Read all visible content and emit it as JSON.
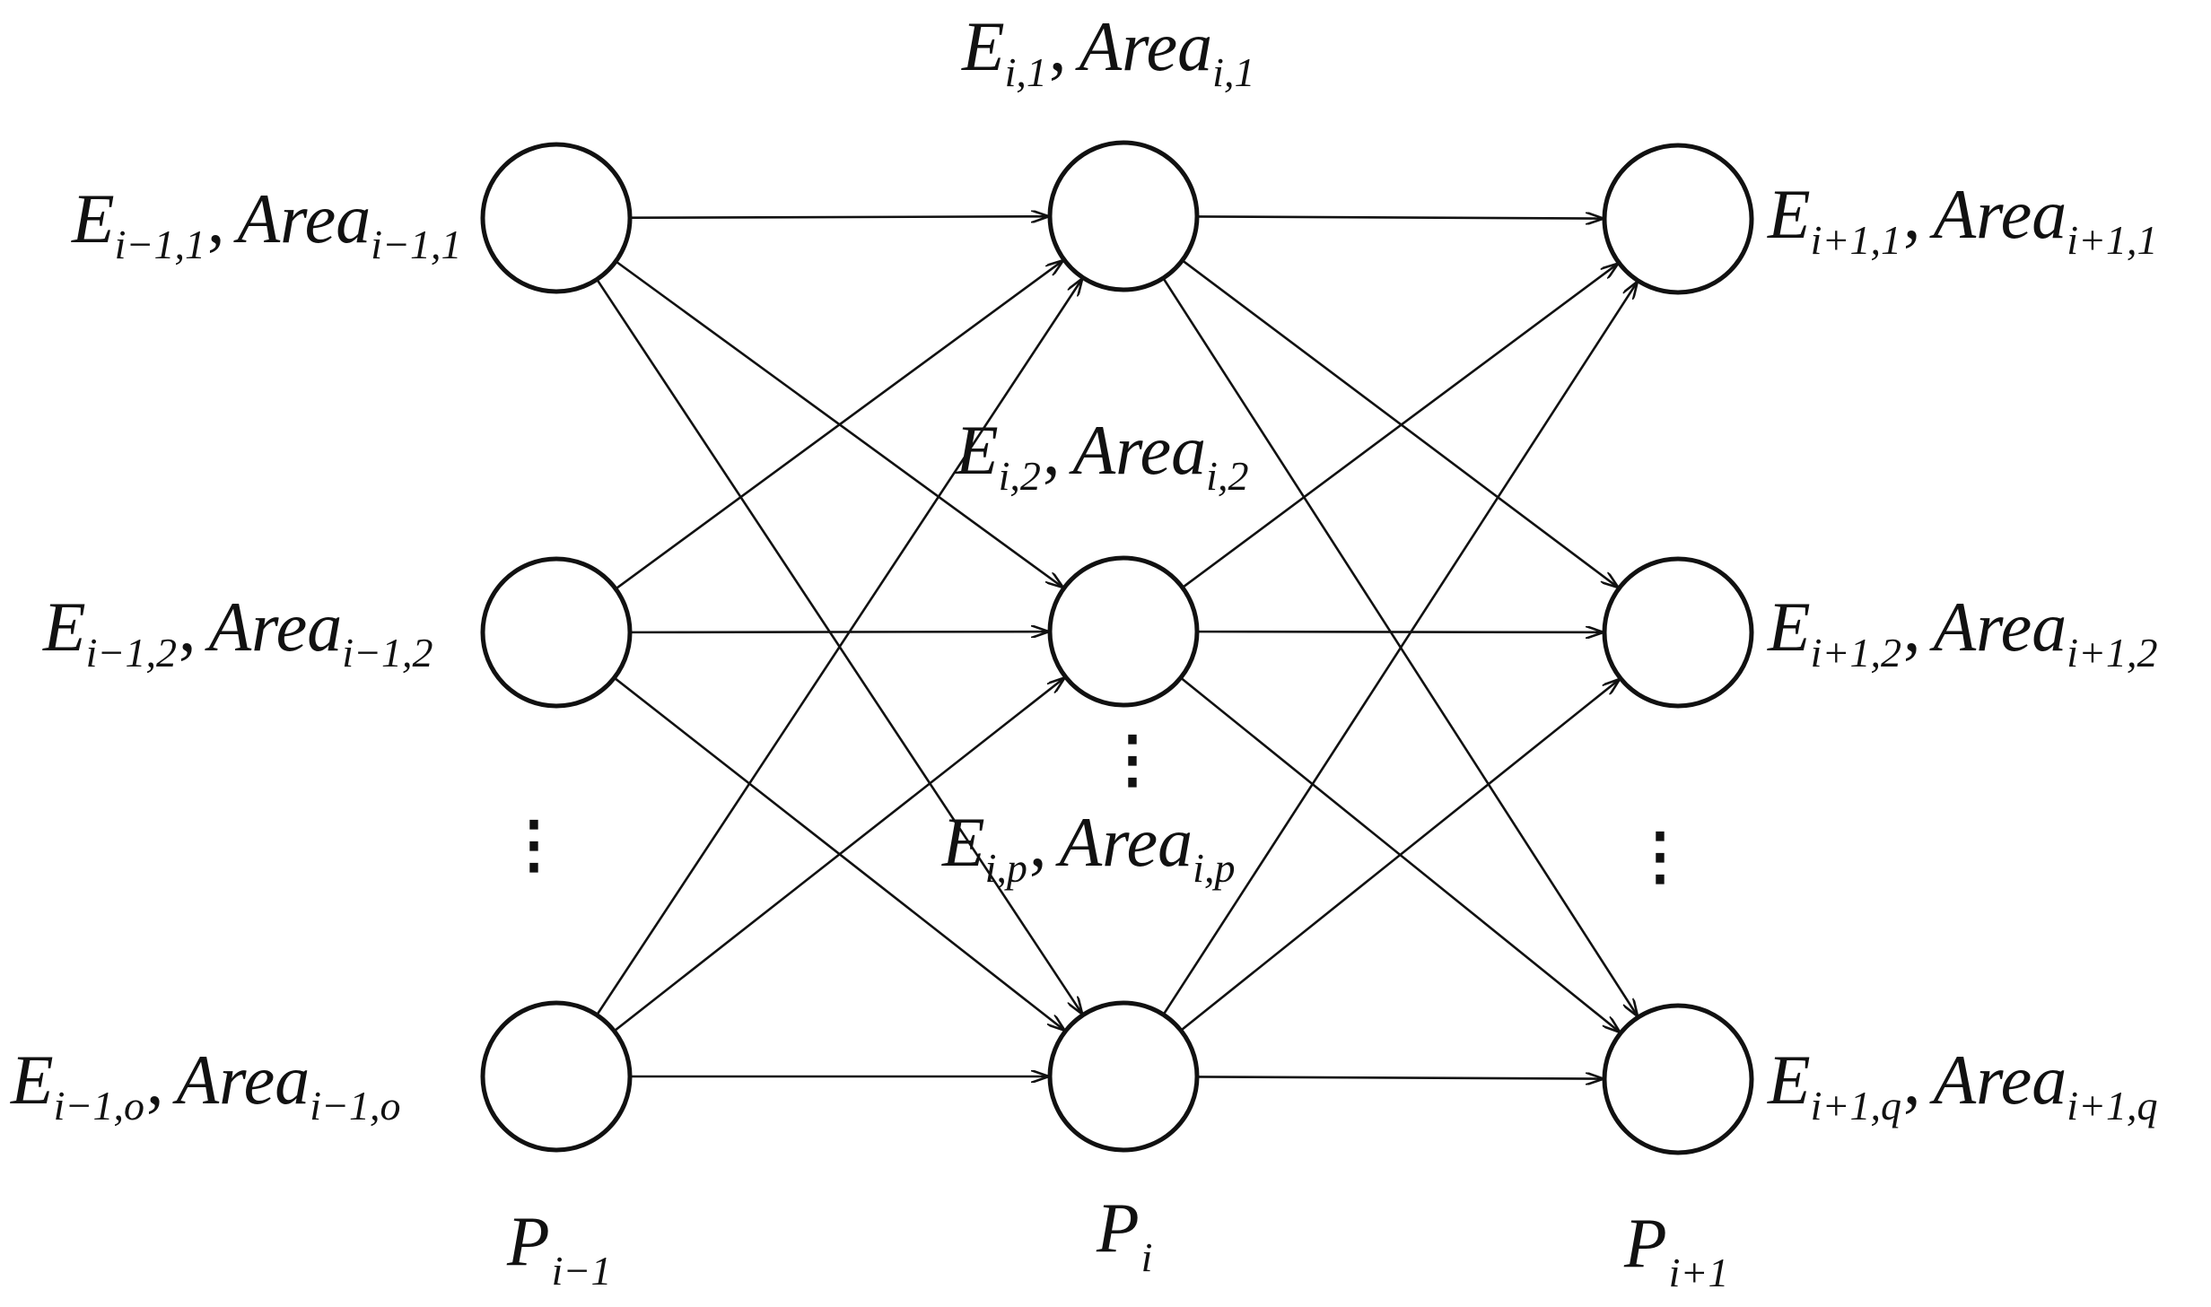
{
  "columns": [
    {
      "label": {
        "base": "P",
        "sub": "i−1"
      },
      "nodes": [
        {
          "e": "E",
          "e_sub": "i−1,1",
          "sep": ",",
          "a": "Area",
          "a_sub": "i−1,1"
        },
        {
          "e": "E",
          "e_sub": "i−1,2",
          "sep": ",",
          "a": "Area",
          "a_sub": "i−1,2"
        },
        {
          "e": "E",
          "e_sub": "i−1,o",
          "sep": ",",
          "a": "Area",
          "a_sub": "i−1,o"
        }
      ]
    },
    {
      "label": {
        "base": "P",
        "sub": "i"
      },
      "nodes": [
        {
          "e": "E",
          "e_sub": "i,1",
          "sep": ",",
          "a": "Area",
          "a_sub": "i,1"
        },
        {
          "e": "E",
          "e_sub": "i,2",
          "sep": ",",
          "a": "Area",
          "a_sub": "i,2"
        },
        {
          "e": "E",
          "e_sub": "i,p",
          "sep": ",",
          "a": "Area",
          "a_sub": "i,p"
        }
      ]
    },
    {
      "label": {
        "base": "P",
        "sub": "i+1"
      },
      "nodes": [
        {
          "e": "E",
          "e_sub": "i+1,1",
          "sep": ",",
          "a": "Area",
          "a_sub": "i+1,1"
        },
        {
          "e": "E",
          "e_sub": "i+1,2",
          "sep": ",",
          "a": "Area",
          "a_sub": "i+1,2"
        },
        {
          "e": "E",
          "e_sub": "i+1,q",
          "sep": ",",
          "a": "Area",
          "a_sub": "i+1,q"
        }
      ]
    }
  ],
  "ellipsis": "⋮",
  "connections": "fully connected between adjacent columns, directed left to right"
}
